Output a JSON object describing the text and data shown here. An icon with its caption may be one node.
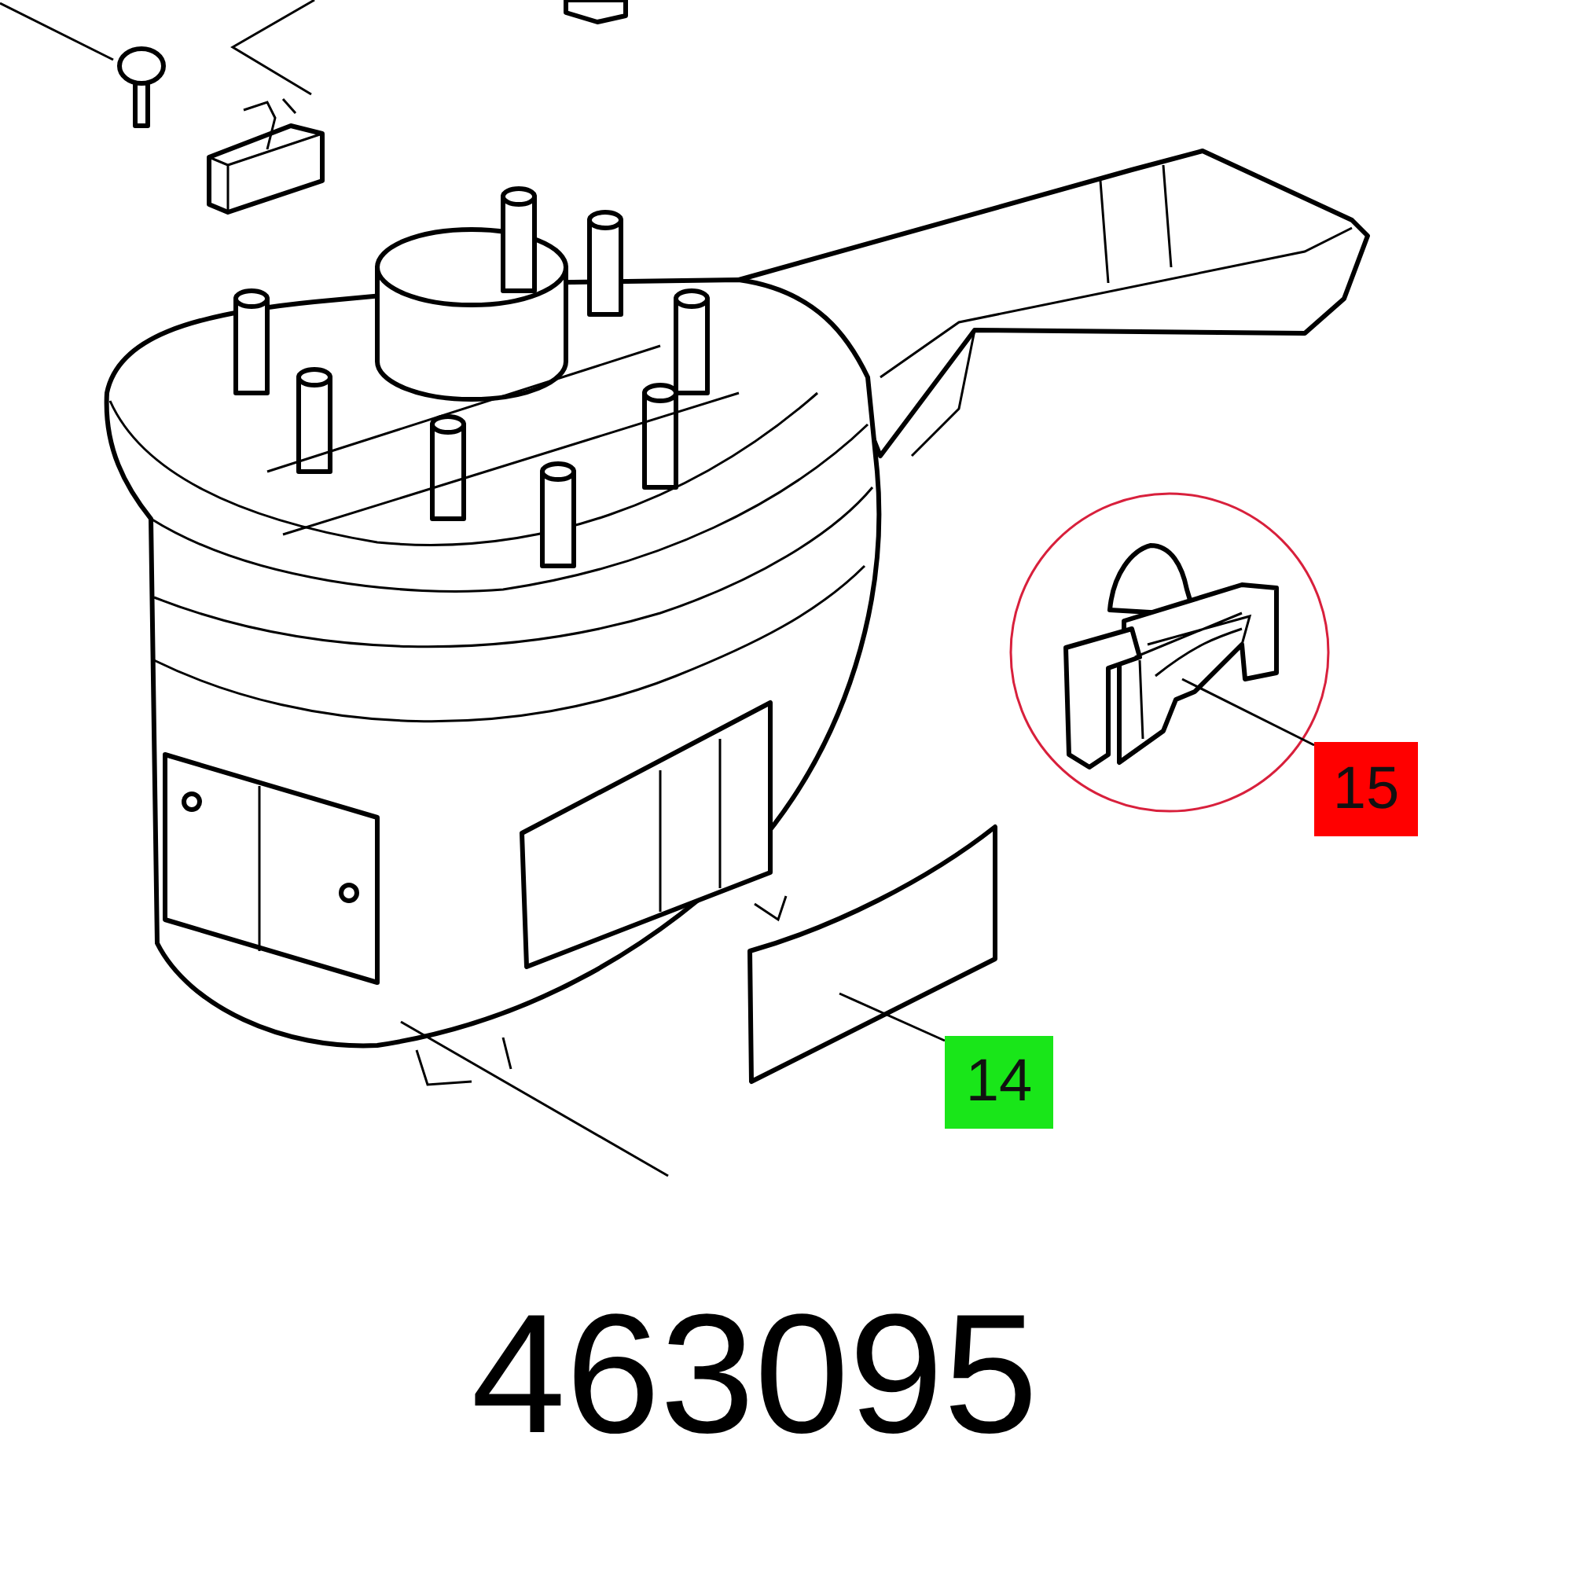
{
  "diagram": {
    "nodes": [
      {
        "text": [
          "15"
        ]
      },
      {
        "text": [
          "14"
        ]
      },
      {
        "text": [],
        "shape": "picture"
      },
      {
        "text": [],
        "shape": "picture"
      }
    ],
    "edges": [
      {
        "from": 0,
        "to": 2,
        "arrow": "none"
      },
      {
        "from": 1,
        "to": 3,
        "arrow": "none"
      }
    ],
    "labels": [
      "463095"
    ]
  }
}
